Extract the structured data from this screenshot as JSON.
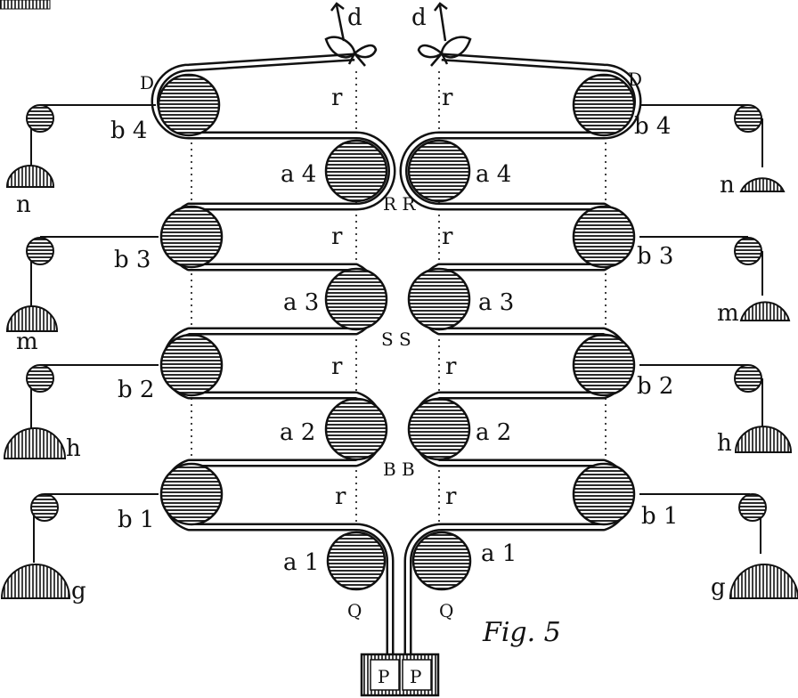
{
  "figure": {
    "caption": "Fig. 5",
    "ink_color": "#111111",
    "paper_color": "#ffffff"
  },
  "labels": {
    "top_left": "d",
    "top_right": "d",
    "D_left": "D",
    "D_right": "D",
    "b4_left": "b 4",
    "b4_right": "b 4",
    "b3_left": "b 3",
    "b3_right": "b 3",
    "b2_left": "b 2",
    "b2_right": "b 2",
    "b1_left": "b 1",
    "b1_right": "b 1",
    "a4_left": "a 4",
    "a4_right": "a 4",
    "a3_left": "a 3",
    "a3_right": "a 3",
    "a2_left": "a 2",
    "a2_right": "a 2",
    "a1_left": "a 1",
    "a1_right": "a 1",
    "RR": "R R",
    "SS": "S S",
    "BB": "B B",
    "r": "r",
    "Q": "Q",
    "n": "n",
    "m": "m",
    "h": "h",
    "g": "g",
    "P": "P"
  }
}
